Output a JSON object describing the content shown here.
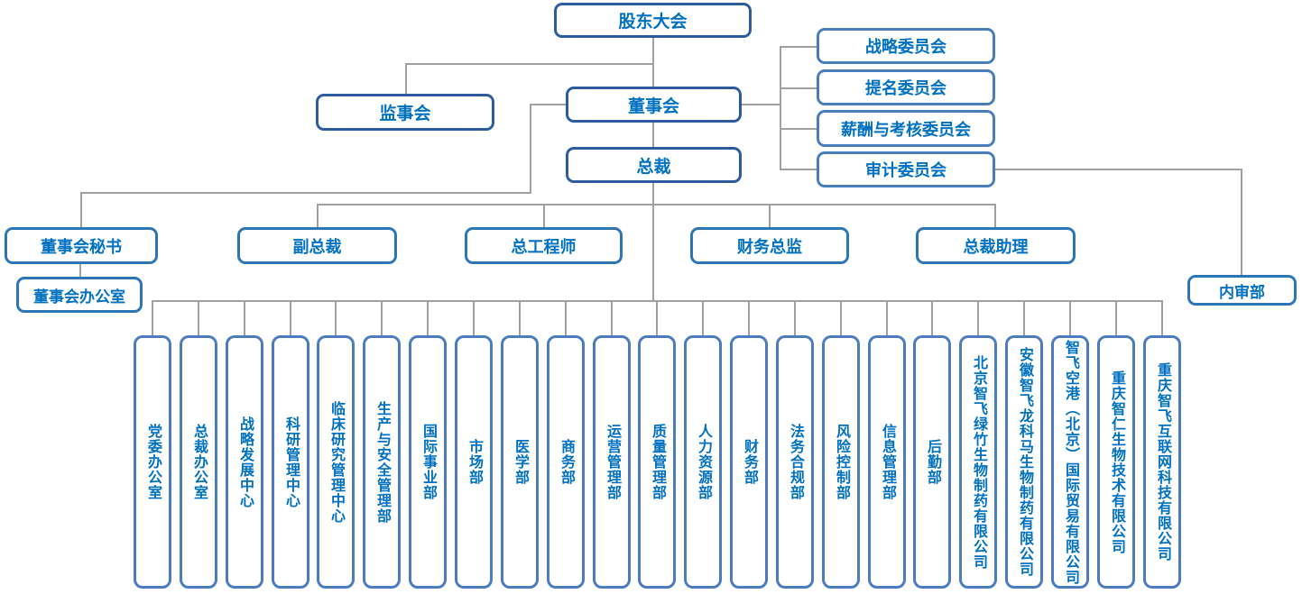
{
  "diagram": {
    "kind": "org-chart",
    "nodes": {
      "shareholders": "股东大会",
      "supervisory_board": "监事会",
      "board": "董事会",
      "president": "总裁",
      "committees": [
        "战略委员会",
        "提名委员会",
        "薪酬与考核委员会",
        "审计委员会"
      ],
      "board_secretary": "董事会秘书",
      "board_office": "董事会办公室",
      "vice_president": "副总裁",
      "chief_engineer": "总工程师",
      "finance_director": "财务总监",
      "president_assistant": "总裁助理",
      "internal_audit": "内审部",
      "departments": [
        "党委办公室",
        "总裁办公室",
        "战略发展中心",
        "科研管理中心",
        "临床研究管理中心",
        "生产与安全管理部",
        "国际事业部",
        "市场部",
        "医学部",
        "商务部",
        "运营管理部",
        "质量管理部",
        "人力资源部",
        "财务部",
        "法务合规部",
        "风险控制部",
        "信息管理部",
        "后勤部",
        "北京智飞绿竹生物制药有限公司",
        "安徽智飞龙科马生物制药有限公司",
        "智飞空港（北京）国际贸易有限公司",
        "重庆智仁生物技术有限公司",
        "重庆智飞互联网科技有限公司"
      ]
    },
    "colors": {
      "text_blue": "#0070c0",
      "border_top": "#2d5c9c",
      "border_committee": "#4a7ebb",
      "border_mid": "#2e75b6",
      "border_dept": "#4a7cbe",
      "connector_gray": "#a0a0a0"
    }
  }
}
